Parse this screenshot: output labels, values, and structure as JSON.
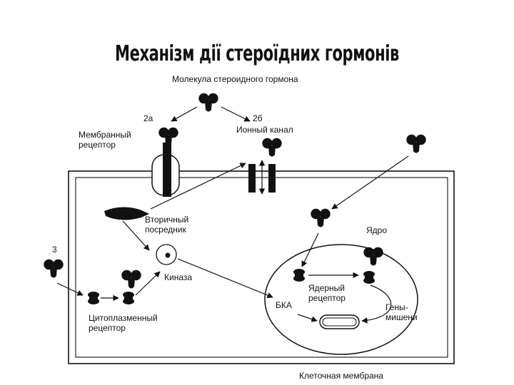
{
  "title": "Механізм дії стероїдних гормонів",
  "labels": {
    "hormone_molecule": "Молекула стероидного гормона",
    "path_2a": "2а",
    "path_2b": "2б",
    "path_3": "3",
    "membrane_receptor_line1": "Мембранный",
    "membrane_receptor_line2": "рецептор",
    "ion_channel": "Ионный канал",
    "second_messenger_line1": "Вторичный",
    "second_messenger_line2": "посредник",
    "nucleus": "Ядро",
    "kinase": "Киназа",
    "nuclear_receptor_line1": "Ядерный",
    "nuclear_receptor_line2": "рецептор",
    "dna": "БКА",
    "target_genes_line1": "Гены-",
    "target_genes_line2": "мишени",
    "cytoplasmic_receptor_line1": "Цитоплазменный",
    "cytoplasmic_receptor_line2": "рецептор",
    "cell_membrane": "Клеточная мембрана"
  },
  "colors": {
    "ink": "#111111",
    "background": "#ffffff"
  }
}
